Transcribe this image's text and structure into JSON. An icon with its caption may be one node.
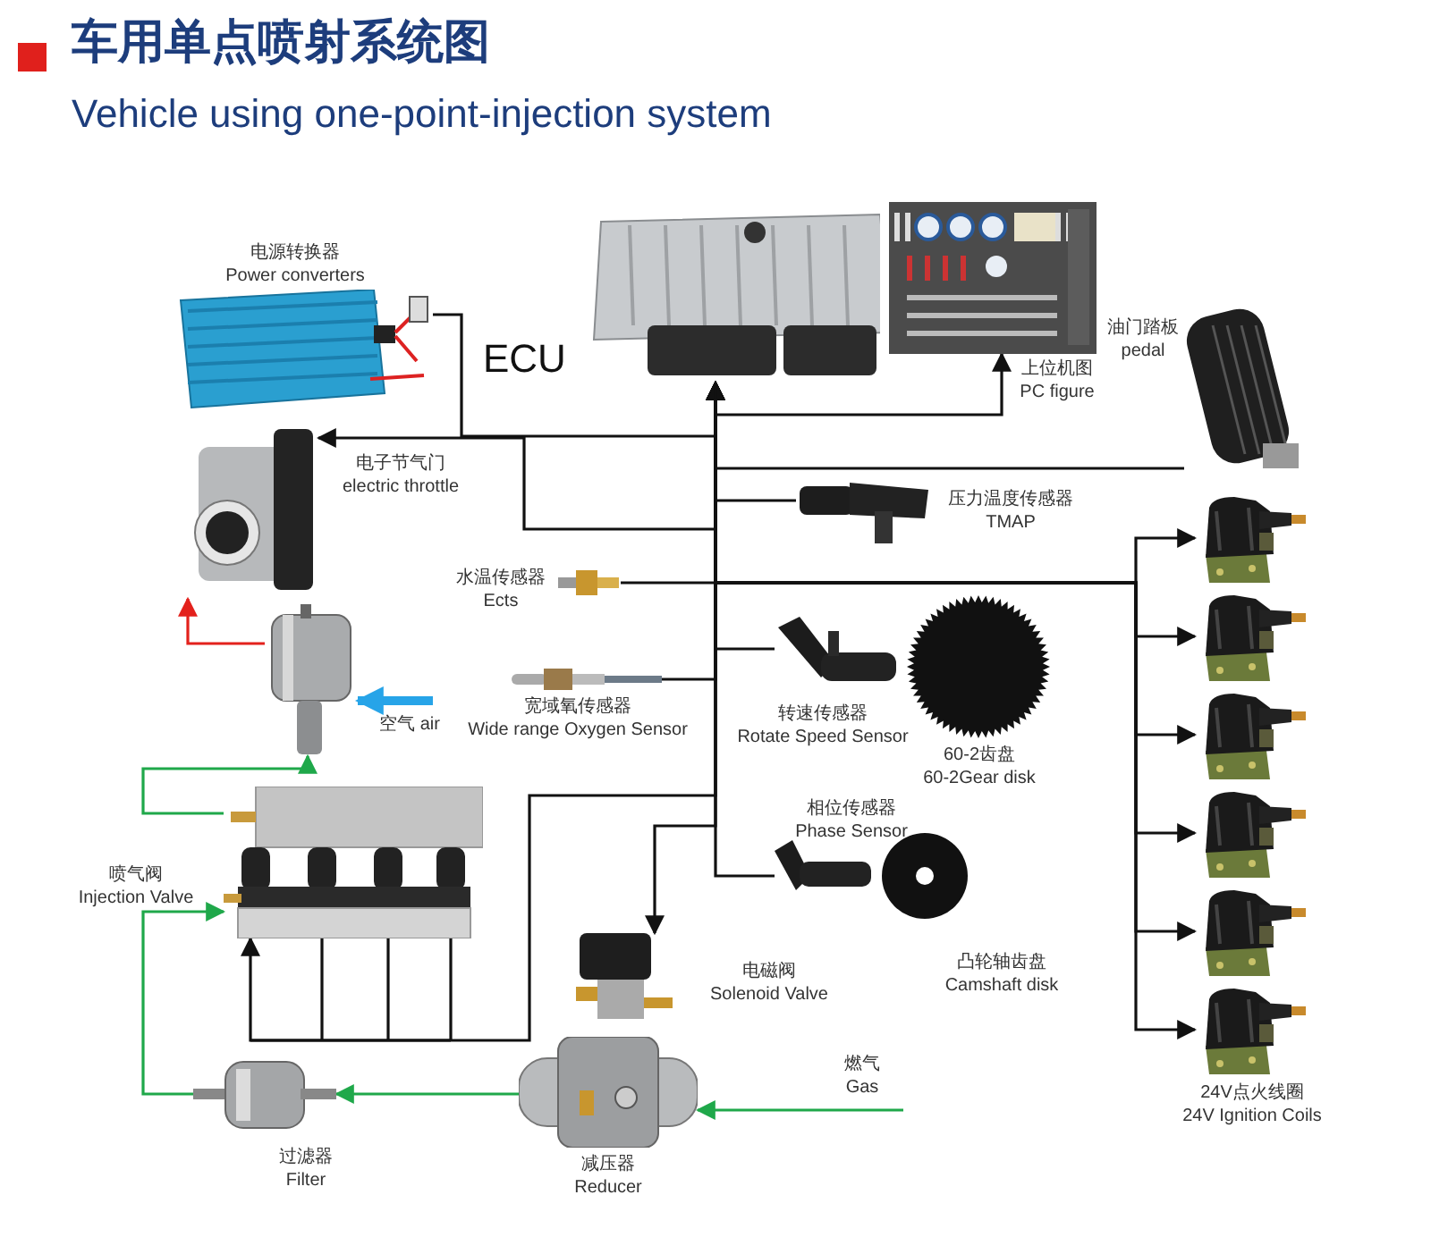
{
  "diagram": {
    "title": "车用单点喷射系统图",
    "nodes": [
      {
        "text": [],
        "shape": "picture",
        "beside": [
          "ECU"
        ]
      },
      {
        "text": [],
        "shape": "picture",
        "beside": [
          "电源转换器",
          "Power converters"
        ]
      },
      {
        "text": [],
        "shape": "picture",
        "beside": [
          "上位机图",
          "PC figure"
        ]
      },
      {
        "text": [],
        "shape": "picture",
        "beside": [
          "油门踏板",
          "pedal"
        ]
      },
      {
        "text": [],
        "shape": "picture",
        "beside": [
          "电子节气门",
          "electric throttle"
        ]
      },
      {
        "text": [],
        "shape": "picture",
        "beside": [
          "压力温度传感器",
          "TMAP"
        ]
      },
      {
        "text": [],
        "shape": "picture",
        "beside": [
          "水温传感器",
          "Ects"
        ]
      },
      {
        "text": [],
        "shape": "picture"
      },
      {
        "text": [],
        "shape": "picture",
        "beside": [
          "宽域氧传感器",
          "Wide range Oxygen Sensor"
        ]
      },
      {
        "text": [],
        "shape": "picture",
        "beside": [
          "转速传感器",
          "Rotate Speed Sensor"
        ]
      },
      {
        "text": [],
        "shape": "picture",
        "beside": [
          "60-2齿盘",
          "60-2Gear disk"
        ]
      },
      {
        "text": [],
        "shape": "picture",
        "beside": [
          "相位传感器",
          "Phase Sensor"
        ]
      },
      {
        "text": [],
        "shape": "picture",
        "beside": [
          "凸轮轴齿盘",
          "Camshaft disk"
        ]
      },
      {
        "text": [],
        "shape": "picture",
        "beside": [
          "喷气阀",
          "Injection Valve"
        ]
      },
      {
        "text": [],
        "shape": "picture",
        "beside": [
          "电磁阀",
          "Solenoid Valve"
        ]
      },
      {
        "text": [],
        "shape": "picture",
        "beside": [
          "减压器",
          "Reducer"
        ]
      },
      {
        "text": [],
        "shape": "picture",
        "beside": [
          "过滤器",
          "Filter"
        ]
      },
      {
        "text": [],
        "shape": "picture"
      },
      {
        "text": [],
        "shape": "picture"
      },
      {
        "text": [],
        "shape": "picture"
      },
      {
        "text": [],
        "shape": "picture"
      },
      {
        "text": [],
        "shape": "picture"
      },
      {
        "text": [],
        "shape": "picture",
        "beside": [
          "24V点火线圈",
          "24V Ignition Coils"
        ]
      }
    ],
    "edges": [
      {
        "from": 1,
        "to": 0,
        "arrow": "to"
      },
      {
        "from": 2,
        "to": 0,
        "arrow": "both"
      },
      {
        "from": 4,
        "to": 0,
        "arrow": "both"
      },
      {
        "from": 3,
        "to": 0,
        "arrow": "to"
      },
      {
        "from": 5,
        "to": 0,
        "arrow": "to"
      },
      {
        "from": 6,
        "to": 0,
        "arrow": "to"
      },
      {
        "from": 0,
        "to": 17,
        "arrow": "to"
      },
      {
        "from": 0,
        "to": 18,
        "arrow": "to"
      },
      {
        "from": 0,
        "to": 19,
        "arrow": "to"
      },
      {
        "from": 0,
        "to": 20,
        "arrow": "to"
      },
      {
        "from": 0,
        "to": 21,
        "arrow": "to"
      },
      {
        "from": 0,
        "to": 22,
        "arrow": "to"
      },
      {
        "from": 9,
        "to": 0,
        "arrow": "to"
      },
      {
        "from": 8,
        "to": 0,
        "arrow": "to"
      },
      {
        "from": 11,
        "to": 0,
        "arrow": "to"
      },
      {
        "from": 0,
        "to": 13,
        "arrow": "to"
      },
      {
        "from": 0,
        "to": 14,
        "arrow": "to"
      },
      {
        "from": null,
        "to": 15,
        "arrow": "to",
        "label": "燃气 Gas",
        "color": "#1fa84a"
      },
      {
        "from": 15,
        "to": 16,
        "arrow": "to",
        "color": "#1fa84a"
      },
      {
        "from": 16,
        "to": 13,
        "arrow": "to",
        "color": "#1fa84a"
      },
      {
        "from": 13,
        "to": 7,
        "arrow": "to",
        "color": "#1fa84a"
      },
      {
        "from": 7,
        "to": 4,
        "arrow": "to",
        "color": "#e3211c"
      },
      {
        "from": null,
        "to": 7,
        "arrow": "to",
        "label": "空气 air",
        "style": "thick",
        "color": "#27a4e8"
      }
    ],
    "labels": [
      "Vehicle using one-point-injection system"
    ]
  }
}
